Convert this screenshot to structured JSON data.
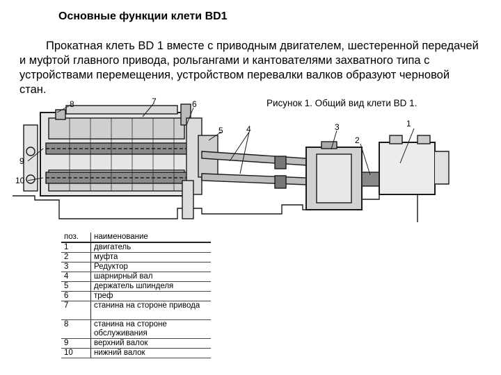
{
  "title": "Основные функции клети BD1",
  "paragraph": "Прокатная клеть BD 1 вместе с приводным двигателем, шестеренной передачей и муфтой главного привода, рольгангами и кантователями захватного типа с устройствами перемещения, устройством перевалки валков образуют черновой стан.",
  "caption": "Рисунок 1. Общий вид клети BD 1.",
  "callouts": [
    "1",
    "2",
    "3",
    "4",
    "5",
    "6",
    "7",
    "8",
    "9",
    "10"
  ],
  "table": {
    "headers": [
      "поз.",
      "наименование"
    ],
    "rows": [
      {
        "pos": "1",
        "name": "двигатель"
      },
      {
        "pos": "2",
        "name": "муфта"
      },
      {
        "pos": "3",
        "name": "Редуктор"
      },
      {
        "pos": "4",
        "name": "шарнирный вал"
      },
      {
        "pos": "5",
        "name": "держатель шпинделя"
      },
      {
        "pos": "6",
        "name": "треф"
      },
      {
        "pos": "7",
        "name": "станина на стороне привода"
      },
      {
        "pos": "8",
        "name": "станина на стороне обслуживания"
      },
      {
        "pos": "9",
        "name": "верхний валок"
      },
      {
        "pos": "10",
        "name": "нижний валок"
      }
    ]
  }
}
